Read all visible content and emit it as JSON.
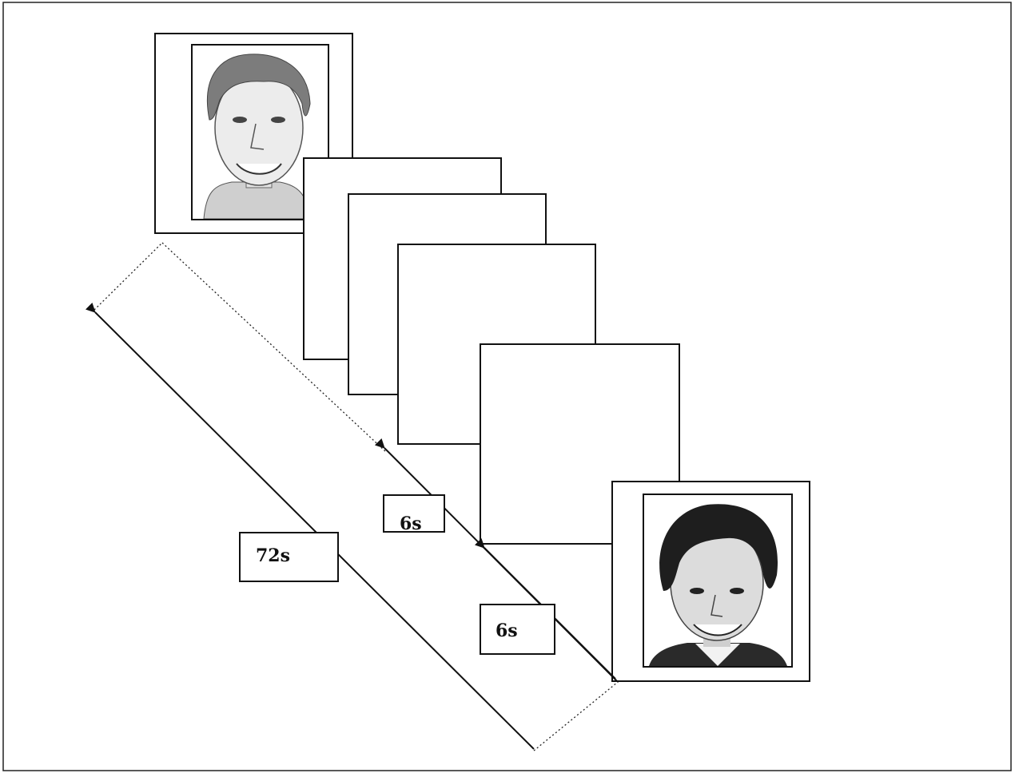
{
  "diagram": {
    "frames": {
      "first": {
        "kind": "face-photo",
        "description_icon": "face-photo-icon"
      },
      "blanks": [
        {},
        {},
        {},
        {}
      ],
      "last": {
        "kind": "face-photo",
        "description_icon": "face-photo-icon"
      }
    },
    "labels": {
      "total_duration": "72s",
      "interval_upper": "6s",
      "interval_lower": "6s"
    },
    "colors": {
      "line": "#111111",
      "frame_border": "#111111",
      "background": "#ffffff"
    }
  }
}
